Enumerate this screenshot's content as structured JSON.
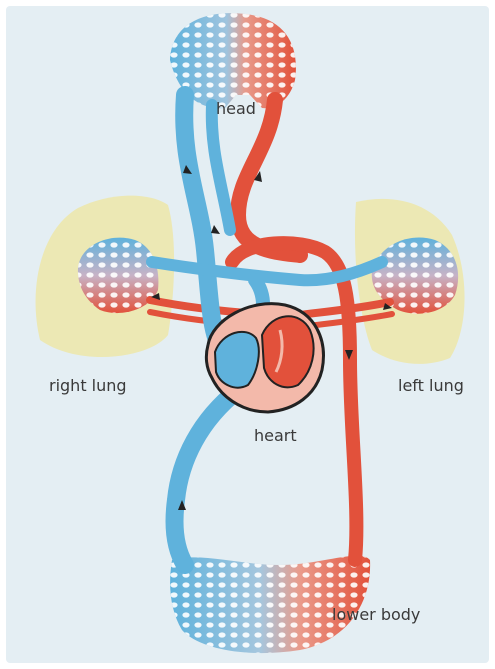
{
  "labels": {
    "head": "head",
    "right_lung": "right lung",
    "left_lung": "left lung",
    "heart": "heart",
    "lower_body": "lower body"
  },
  "colors": {
    "background": "#e4eef3",
    "lung": "#ece8b4",
    "venous_blue": "#5fb2dc",
    "arterial_red": "#e2513b",
    "heart_pink": "#f3b9aa",
    "outline": "#222222",
    "label_text": "#3a3a3a"
  }
}
